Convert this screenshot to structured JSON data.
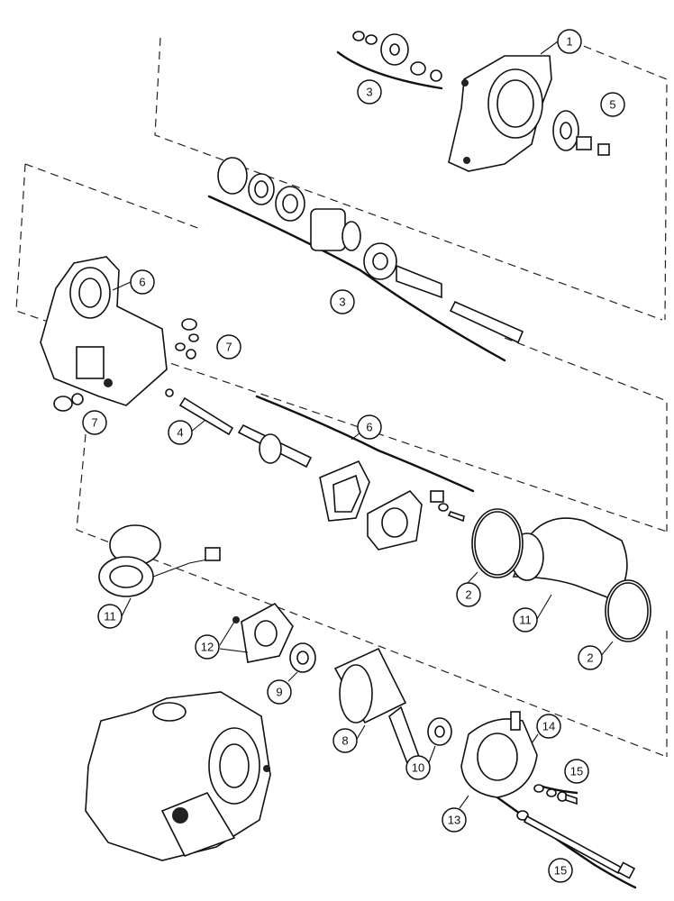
{
  "callouts": [
    "1",
    "2",
    "2",
    "3",
    "3",
    "4",
    "5",
    "6",
    "6",
    "7",
    "7",
    "8",
    "9",
    "10",
    "11",
    "11",
    "12",
    "13",
    "14",
    "15",
    "15"
  ]
}
